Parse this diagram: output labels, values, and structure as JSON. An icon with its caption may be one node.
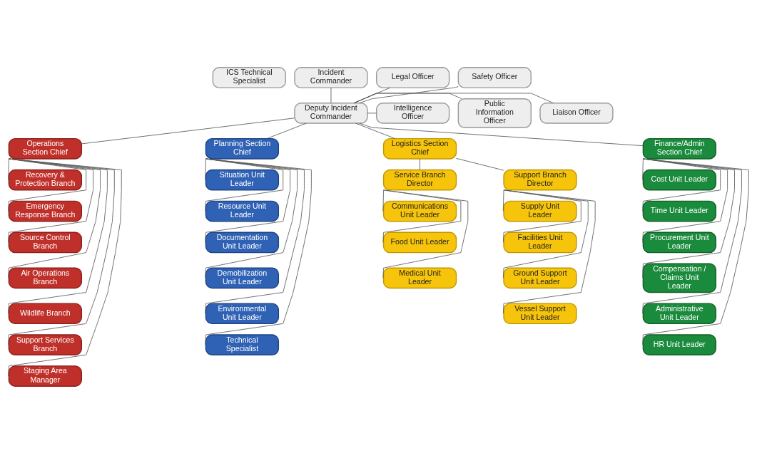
{
  "diagram": {
    "nodes": [
      {
        "text": [
          "ICS Technical Specialist"
        ]
      },
      {
        "text": [
          "Incident Commander"
        ]
      },
      {
        "text": [
          "Legal Officer"
        ]
      },
      {
        "text": [
          "Safety Officer"
        ]
      },
      {
        "text": [
          "Intelligence Officer"
        ]
      },
      {
        "text": [
          "Public Information Officer"
        ]
      },
      {
        "text": [
          "Deputy Incident Commander"
        ]
      },
      {
        "text": [
          "Liaison Officer"
        ]
      },
      {
        "text": [
          "Operations Section Chief"
        ]
      },
      {
        "text": [
          "Planning Section Chief"
        ]
      },
      {
        "text": [
          "Logistics Section Chief"
        ]
      },
      {
        "text": [
          "Finance/Admin Section Chief"
        ]
      },
      {
        "text": [
          "Recovery & Protection Branch"
        ]
      },
      {
        "text": [
          "Emergency Response Branch"
        ]
      },
      {
        "text": [
          "Source Control Branch"
        ]
      },
      {
        "text": [
          "Air Operations Branch"
        ]
      },
      {
        "text": [
          "Wildlife Branch"
        ]
      },
      {
        "text": [
          "Support Services Branch"
        ]
      },
      {
        "text": [
          "Staging Area Manager"
        ]
      },
      {
        "text": [
          "Situation Unit Leader"
        ]
      },
      {
        "text": [
          "Resource Unit Leader"
        ]
      },
      {
        "text": [
          "Documentation Unit Leader"
        ]
      },
      {
        "text": [
          "Demobilization Unit Leader"
        ]
      },
      {
        "text": [
          "Environmental Unit Leader"
        ]
      },
      {
        "text": [
          "Technical Specialist"
        ]
      },
      {
        "text": [
          "Service Branch Director"
        ]
      },
      {
        "text": [
          "Support Branch Director"
        ]
      },
      {
        "text": [
          "Communications Unit Leader"
        ]
      },
      {
        "text": [
          "Food Unit Leader"
        ]
      },
      {
        "text": [
          "Medical Unit Leader"
        ]
      },
      {
        "text": [
          "Supply Unit Leader"
        ]
      },
      {
        "text": [
          "Facilities Unit Leader"
        ]
      },
      {
        "text": [
          "Ground Support Unit Leader"
        ]
      },
      {
        "text": [
          "Vessel Support Unit Leader"
        ]
      },
      {
        "text": [
          "Cost Unit Leader"
        ]
      },
      {
        "text": [
          "Time Unit Leader"
        ]
      },
      {
        "text": [
          "Procurement Unit Leader"
        ]
      },
      {
        "text": [
          "Compensation / Claims Unit Leader"
        ]
      },
      {
        "text": [
          "Administrative Unit Leader"
        ]
      },
      {
        "text": [
          "HR Unit Leader"
        ]
      }
    ],
    "edges": [
      {
        "from": 1,
        "to": 6,
        "arrow": "none"
      },
      {
        "from": 6,
        "to": 3,
        "arrow": "none"
      },
      {
        "from": 6,
        "to": 5,
        "arrow": "none"
      },
      {
        "from": 6,
        "to": 2,
        "arrow": "none"
      },
      {
        "from": 6,
        "to": 4,
        "arrow": "none"
      },
      {
        "from": 6,
        "to": 7,
        "arrow": "none"
      },
      {
        "from": 6,
        "to": 8,
        "arrow": "none"
      },
      {
        "from": 6,
        "to": 9,
        "arrow": "none"
      },
      {
        "from": 6,
        "to": 10,
        "arrow": "none"
      },
      {
        "from": 6,
        "to": 11,
        "arrow": "none"
      },
      {
        "from": 8,
        "to": 12,
        "arrow": "none"
      },
      {
        "from": 8,
        "to": 13,
        "arrow": "none"
      },
      {
        "from": 8,
        "to": 14,
        "arrow": "none"
      },
      {
        "from": 8,
        "to": 15,
        "arrow": "none"
      },
      {
        "from": 8,
        "to": 16,
        "arrow": "none"
      },
      {
        "from": 8,
        "to": 17,
        "arrow": "none"
      },
      {
        "from": 8,
        "to": 18,
        "arrow": "none"
      },
      {
        "from": 9,
        "to": 19,
        "arrow": "none"
      },
      {
        "from": 9,
        "to": 20,
        "arrow": "none"
      },
      {
        "from": 9,
        "to": 21,
        "arrow": "none"
      },
      {
        "from": 9,
        "to": 22,
        "arrow": "none"
      },
      {
        "from": 9,
        "to": 23,
        "arrow": "none"
      },
      {
        "from": 9,
        "to": 24,
        "arrow": "none"
      },
      {
        "from": 10,
        "to": 25,
        "arrow": "none"
      },
      {
        "from": 10,
        "to": 26,
        "arrow": "none"
      },
      {
        "from": 25,
        "to": 27,
        "arrow": "none"
      },
      {
        "from": 25,
        "to": 28,
        "arrow": "none"
      },
      {
        "from": 25,
        "to": 29,
        "arrow": "none"
      },
      {
        "from": 26,
        "to": 30,
        "arrow": "none"
      },
      {
        "from": 26,
        "to": 31,
        "arrow": "none"
      },
      {
        "from": 26,
        "to": 32,
        "arrow": "none"
      },
      {
        "from": 26,
        "to": 33,
        "arrow": "none"
      },
      {
        "from": 11,
        "to": 34,
        "arrow": "none"
      },
      {
        "from": 11,
        "to": 35,
        "arrow": "none"
      },
      {
        "from": 11,
        "to": 36,
        "arrow": "none"
      },
      {
        "from": 11,
        "to": 37,
        "arrow": "none"
      },
      {
        "from": 11,
        "to": 38,
        "arrow": "none"
      },
      {
        "from": 11,
        "to": 39,
        "arrow": "none"
      }
    ]
  }
}
